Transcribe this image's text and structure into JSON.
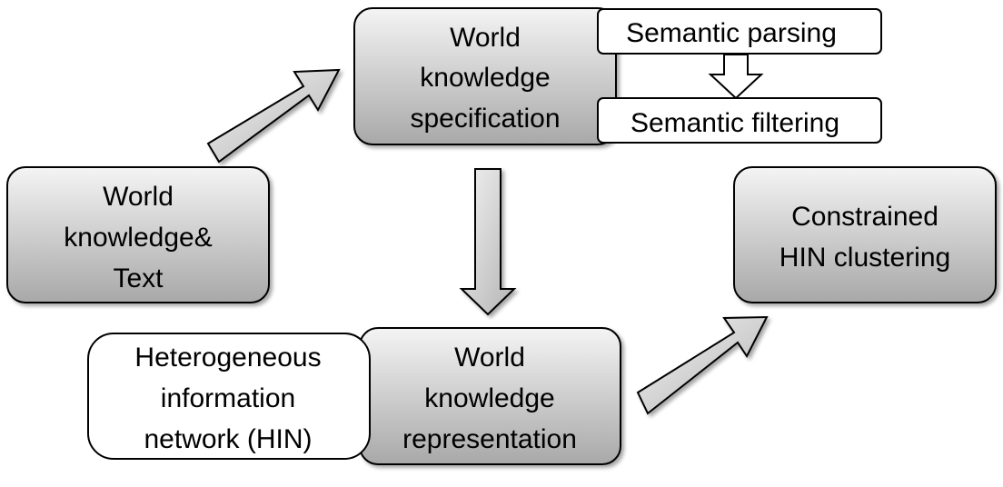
{
  "nodes": {
    "world_knowledge_text": [
      "World",
      "knowledge&",
      "Text"
    ],
    "world_knowledge_specification": [
      "World",
      "knowledge",
      "specification"
    ],
    "semantic_parsing": [
      "Semantic parsing"
    ],
    "semantic_filtering": [
      "Semantic filtering"
    ],
    "world_knowledge_representation": [
      "World",
      "knowledge",
      "representation"
    ],
    "heterogeneous_information_network": [
      "Heterogeneous",
      "information",
      "network (HIN)"
    ],
    "constrained_hin_clustering": [
      "Constrained",
      "HIN clustering"
    ]
  },
  "colors": {
    "box_gradient_top": "#f2f2f2",
    "box_gradient_bottom": "#a6a6a6",
    "stroke": "#000000"
  }
}
